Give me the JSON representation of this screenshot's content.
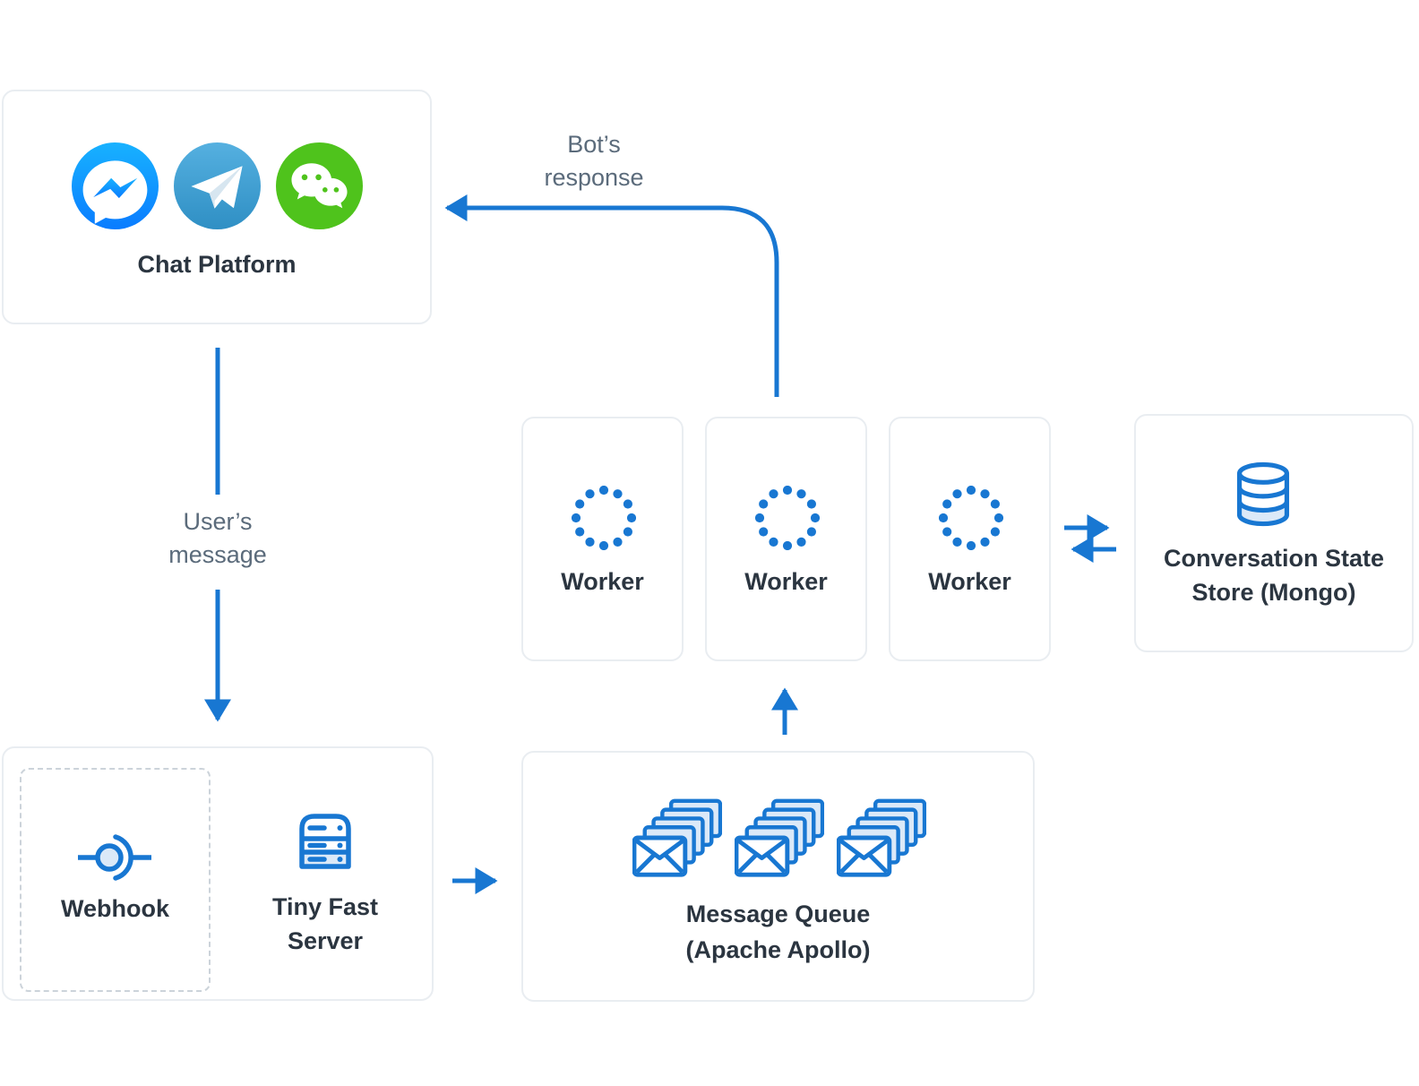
{
  "colors": {
    "accent_blue": "#1877d2",
    "light_blue_fill": "#dbe9f8",
    "border_gray": "#e9edf1",
    "dashed_border": "#ccd3da",
    "dark_text": "#2b3540",
    "label_text": "#5b6b7b",
    "messenger_blue": "#0a7cff",
    "telegram_top": "#55b0e0",
    "telegram_bottom": "#2f8fc4",
    "wechat_green": "#4fc31c"
  },
  "nodes": {
    "chat_platform": {
      "label": "Chat Platform",
      "icons": [
        "messenger-icon",
        "telegram-icon",
        "wechat-icon"
      ]
    },
    "workers": [
      {
        "label": "Worker",
        "icon": "spinner-icon"
      },
      {
        "label": "Worker",
        "icon": "spinner-icon"
      },
      {
        "label": "Worker",
        "icon": "spinner-icon"
      }
    ],
    "state_store": {
      "label_line1": "Conversation State",
      "label_line2": "Store (Mongo)",
      "icon": "database-icon"
    },
    "webhook": {
      "label": "Webhook",
      "icon": "webhook-icon"
    },
    "tiny_fast_server": {
      "label_line1": "Tiny Fast",
      "label_line2": "Server",
      "icon": "server-icon"
    },
    "message_queue": {
      "label_line1": "Message Queue",
      "label_line2": "(Apache Apollo)",
      "icon": "mail-stack-icon"
    }
  },
  "edges": {
    "bots_response": {
      "label_line1": "Bot’s",
      "label_line2": "response"
    },
    "users_message": {
      "label_line1": "User’s",
      "label_line2": "message"
    },
    "server_to_queue": {
      "label": ""
    },
    "queue_to_worker": {
      "label": ""
    },
    "worker_store_roundtrip": {
      "label": ""
    }
  }
}
